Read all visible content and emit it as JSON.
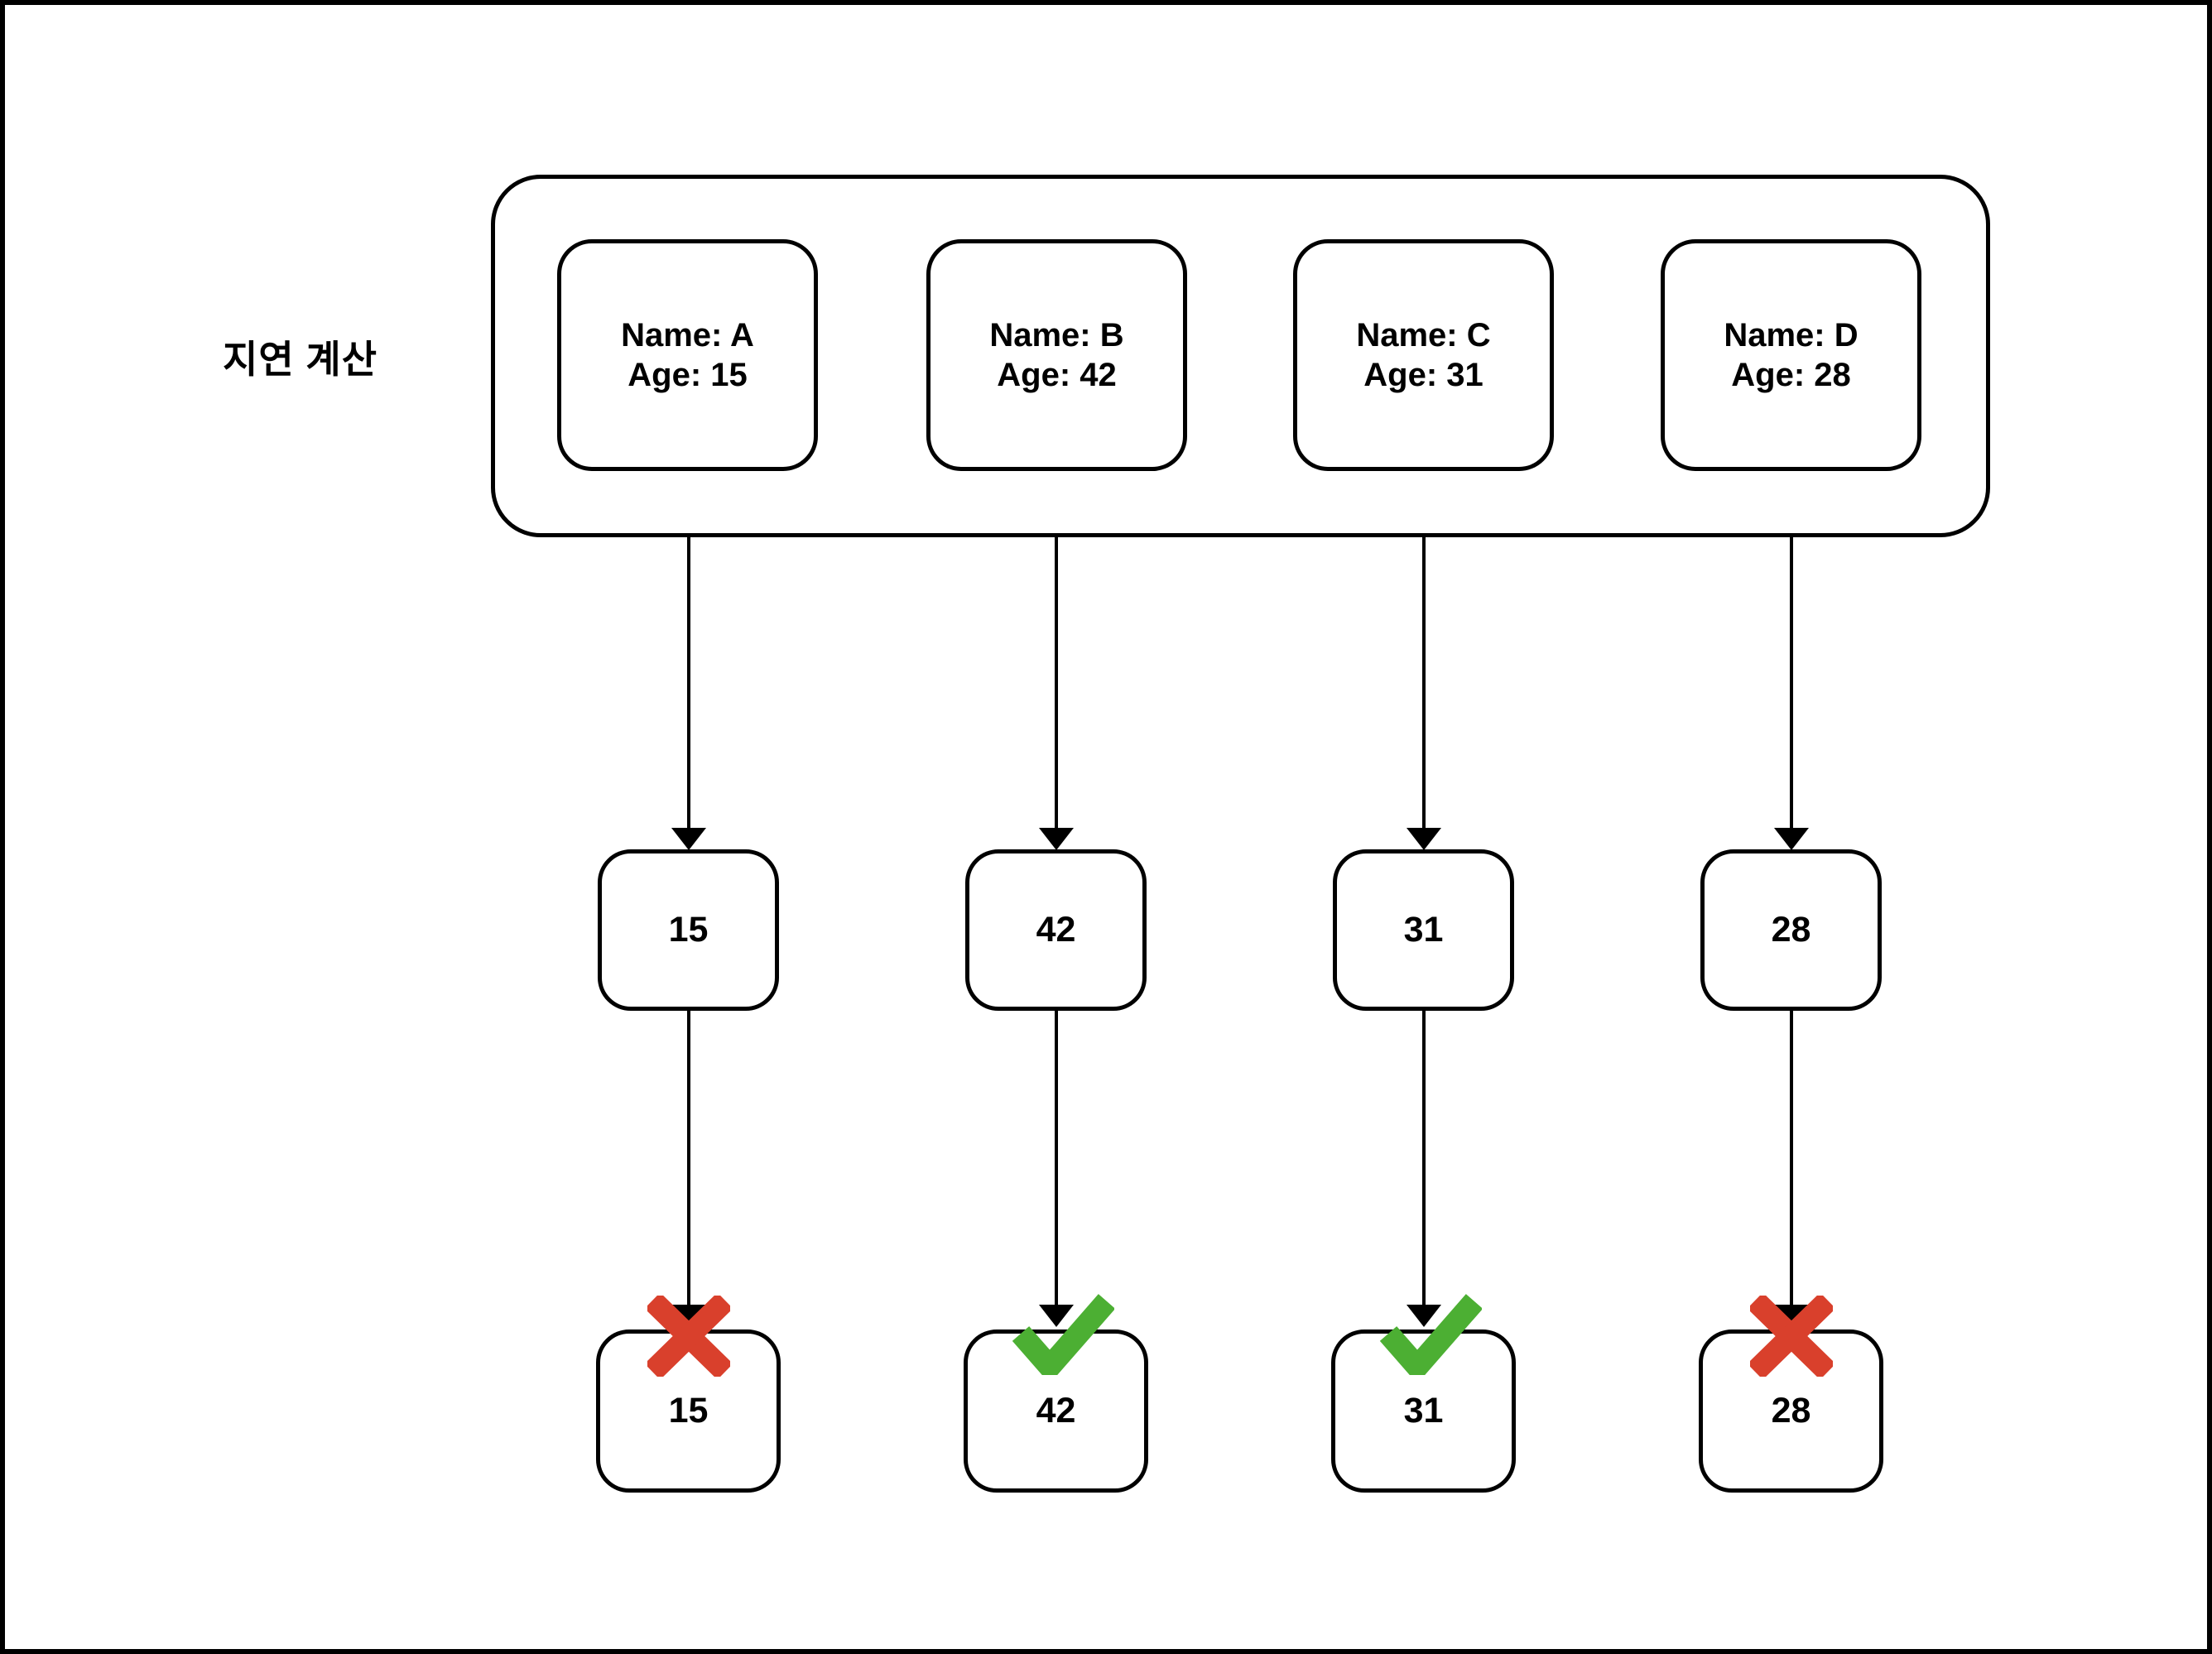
{
  "diagram": {
    "title_label": "지연 계산",
    "columns": [
      {
        "person": {
          "name_line": "Name: A",
          "age_line": "Age: 15"
        },
        "lazy_value": "15",
        "result_value": "15",
        "status": "fail"
      },
      {
        "person": {
          "name_line": "Name: B",
          "age_line": "Age: 42"
        },
        "lazy_value": "42",
        "result_value": "42",
        "status": "pass"
      },
      {
        "person": {
          "name_line": "Name: C",
          "age_line": "Age: 31"
        },
        "lazy_value": "31",
        "result_value": "31",
        "status": "pass"
      },
      {
        "person": {
          "name_line": "Name: D",
          "age_line": "Age: 28"
        },
        "lazy_value": "28",
        "result_value": "28",
        "status": "fail"
      }
    ],
    "colors": {
      "pass_green": "#4CAF33",
      "fail_red": "#D9402C",
      "line_black": "#000000",
      "background": "#FFFFFF"
    }
  }
}
